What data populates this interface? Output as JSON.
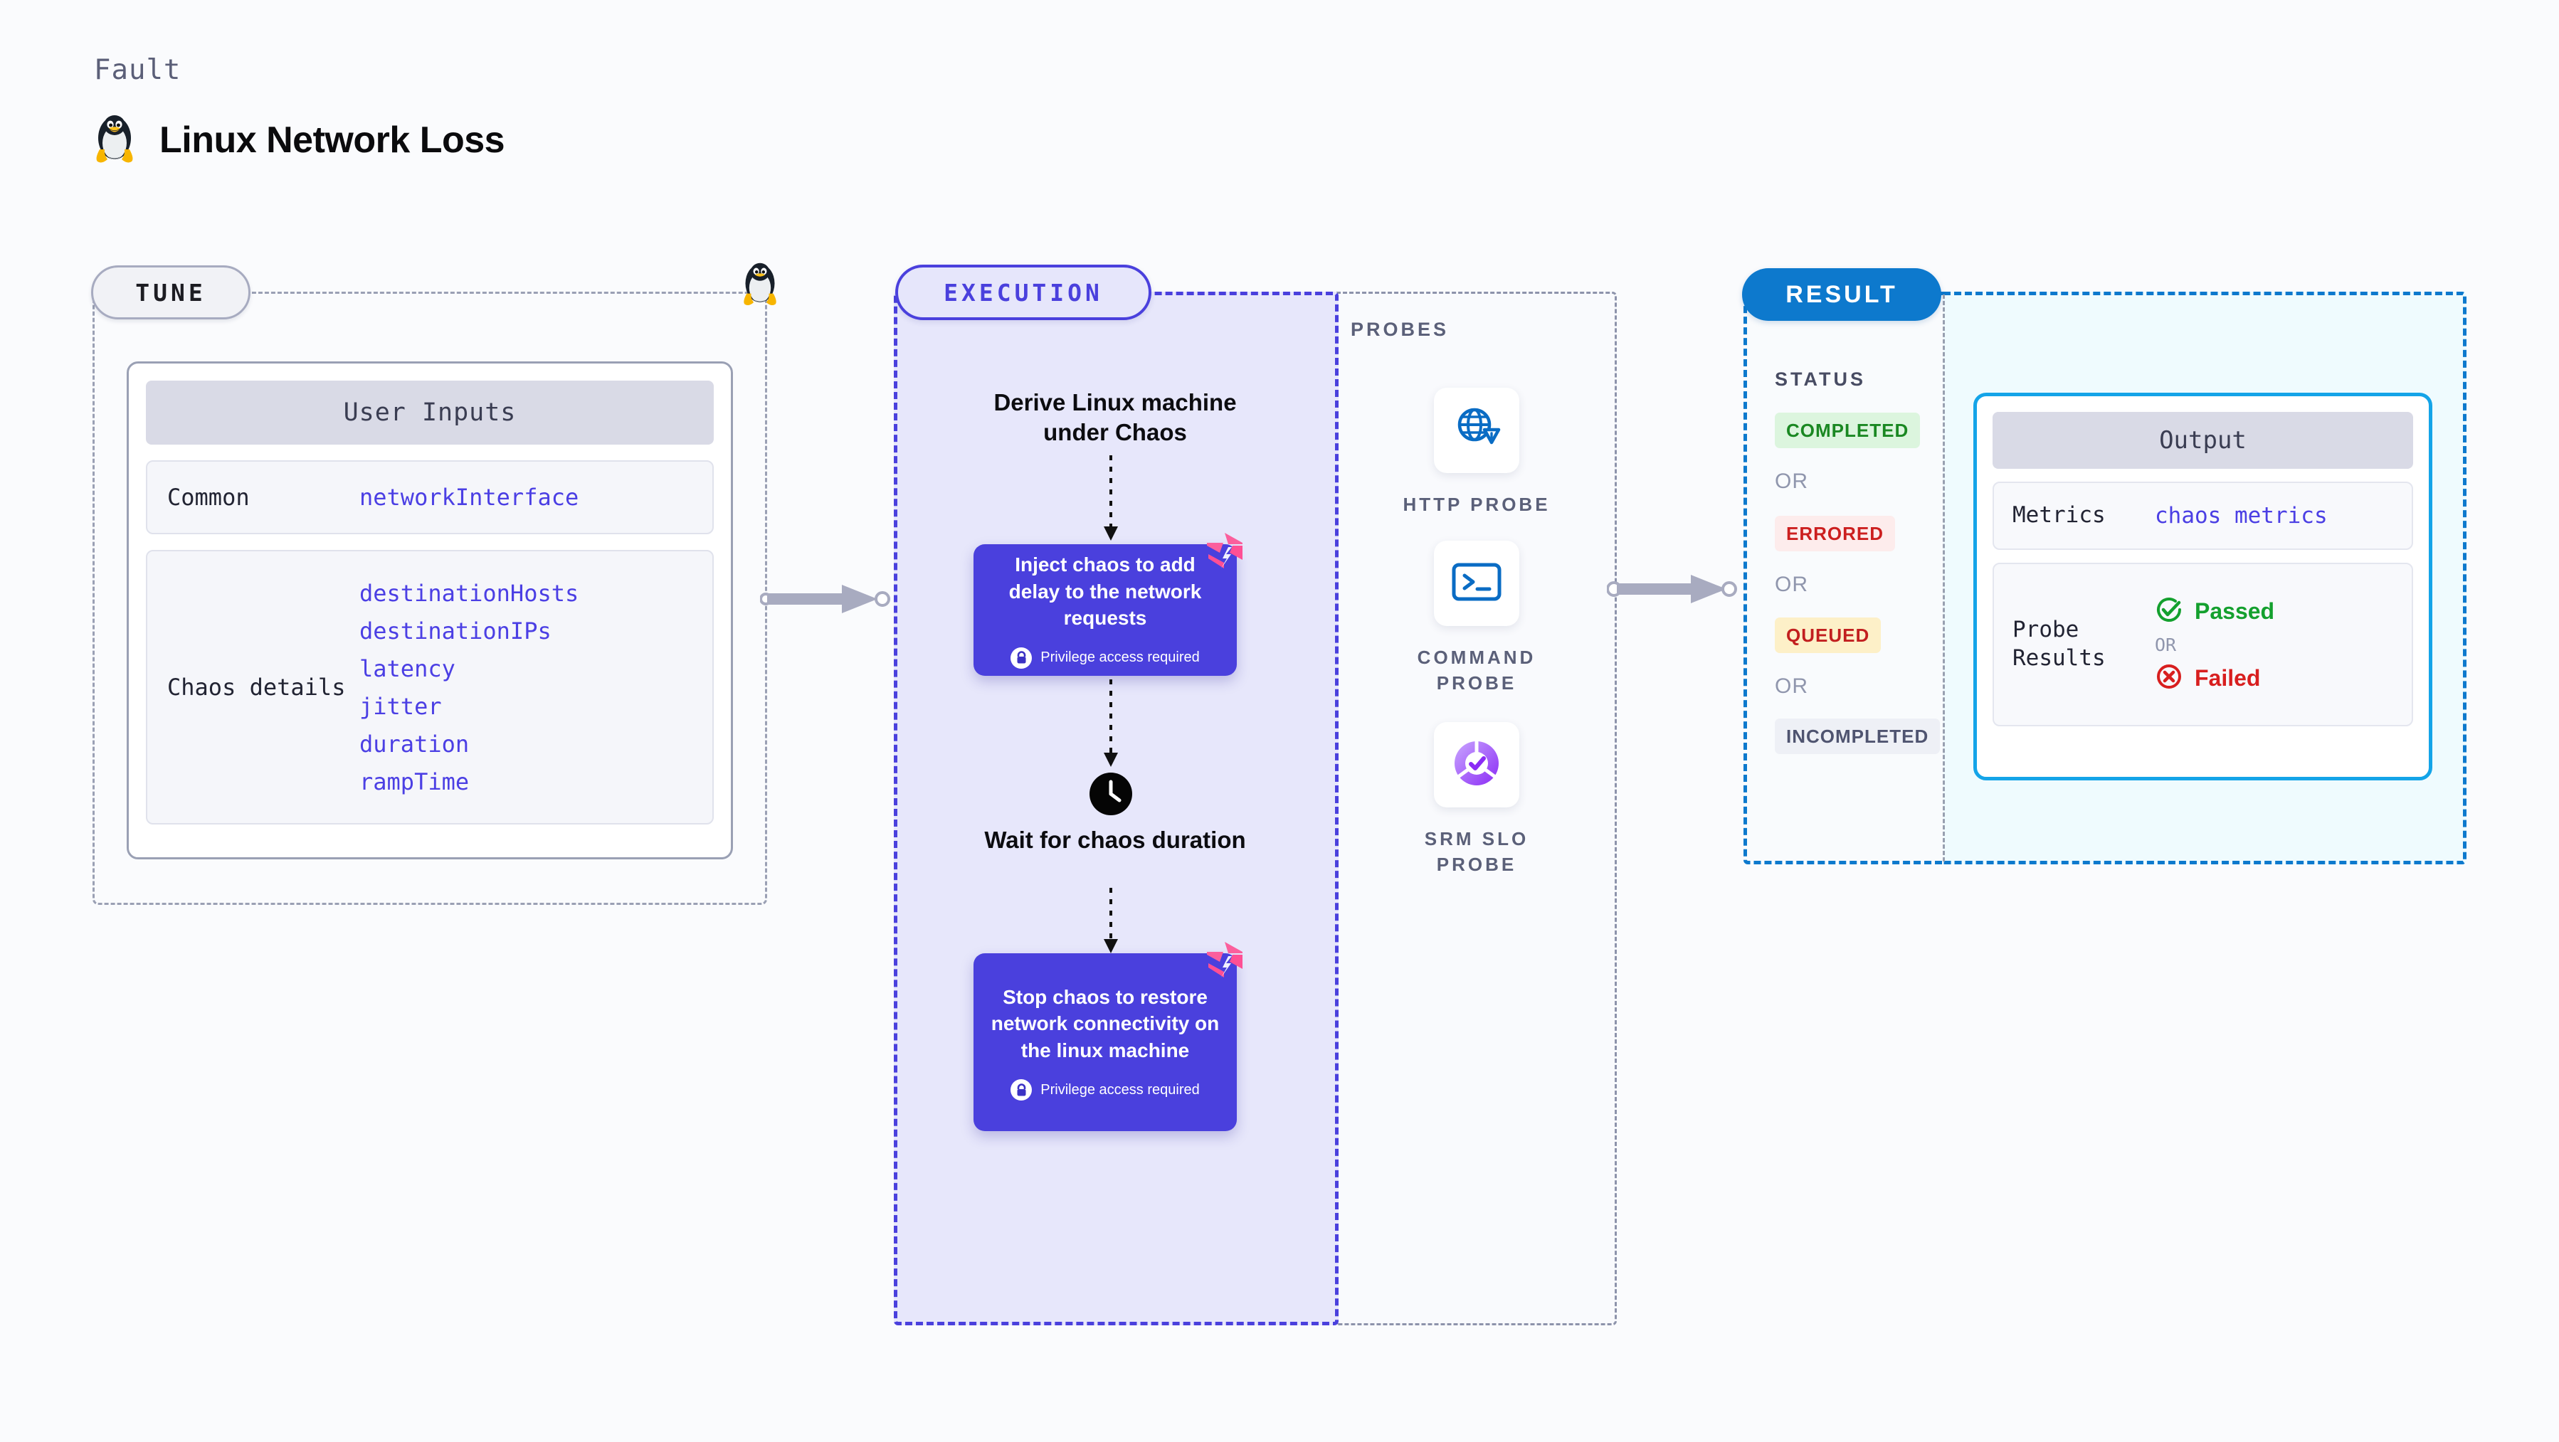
{
  "header": {
    "eyebrow": "Fault",
    "title": "Linux Network Loss",
    "icon": "linux-penguin-icon"
  },
  "tune": {
    "pill_label": "TUNE",
    "card_title": "User Inputs",
    "rows": [
      {
        "label": "Common",
        "values": [
          "networkInterface"
        ]
      },
      {
        "label": "Chaos details",
        "values": [
          "destinationHosts",
          "destinationIPs",
          "latency",
          "jitter",
          "duration",
          "rampTime"
        ]
      }
    ]
  },
  "execution": {
    "pill_label": "EXECUTION",
    "steps": [
      {
        "type": "heading",
        "text": "Derive Linux machine under Chaos"
      },
      {
        "type": "card",
        "text": "Inject chaos to add delay to the network requests",
        "note": "Privilege access required",
        "badge": "harness-logo-icon"
      },
      {
        "type": "heading",
        "text": "Wait for chaos duration",
        "icon": "clock-icon"
      },
      {
        "type": "card",
        "text": "Stop chaos to restore network connectivity on the linux machine",
        "note": "Privilege access required",
        "badge": "harness-logo-icon"
      }
    ]
  },
  "probes": {
    "label": "PROBES",
    "items": [
      {
        "name": "HTTP PROBE",
        "icon": "globe-warning-icon"
      },
      {
        "name": "COMMAND PROBE",
        "icon": "terminal-icon"
      },
      {
        "name": "SRM SLO PROBE",
        "icon": "slo-donut-check-icon"
      }
    ]
  },
  "result": {
    "pill_label": "RESULT",
    "status_label": "STATUS",
    "or_label": "OR",
    "statuses": [
      {
        "label": "COMPLETED",
        "bg": "#dcf5de",
        "fg": "#1a8822"
      },
      {
        "label": "ERRORED",
        "bg": "#fdecec",
        "fg": "#cc1f1f"
      },
      {
        "label": "QUEUED",
        "bg": "#fdf0c8",
        "fg": "#c21f1f"
      },
      {
        "label": "INCOMPLETED",
        "bg": "#eef0f6",
        "fg": "#4f5470"
      }
    ]
  },
  "output": {
    "card_title": "Output",
    "metrics_label": "Metrics",
    "metrics_value": "chaos metrics",
    "probe_results_label": "Probe Results",
    "passed_label": "Passed",
    "failed_label": "Failed",
    "or_label": "OR"
  },
  "colors": {
    "background": "#fafbfd",
    "indigo": "#4a40dd",
    "indigo_fill": "#e7e7fb",
    "blue": "#0d79cd",
    "cyan": "#14a4e8",
    "cyan_fill": "#effbfe",
    "gray_dash": "#9aa0b4",
    "pink": "#fb5f9d",
    "mono_value": "#4b3fe4"
  }
}
